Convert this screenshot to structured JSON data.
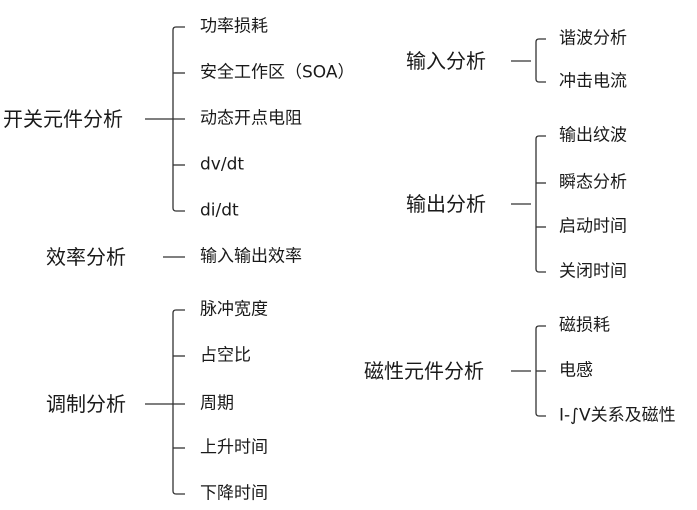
{
  "groups": [
    {
      "title": "开关元件分析",
      "items": [
        "功率损耗",
        "安全工作区（SOA）",
        "动态开点电阻",
        "dv/dt",
        "di/dt"
      ]
    },
    {
      "title": "效率分析",
      "items": [
        "输入输出效率"
      ]
    },
    {
      "title": "调制分析",
      "items": [
        "脉冲宽度",
        "占空比",
        "周期",
        "上升时间",
        "下降时间"
      ]
    },
    {
      "title": "输入分析",
      "items": [
        "谐波分析",
        "冲击电流"
      ]
    },
    {
      "title": "输出分析",
      "items": [
        "输出纹波",
        "瞬态分析",
        "启动时间",
        "关闭时间"
      ]
    },
    {
      "title": "磁性元件分析",
      "items": [
        "磁损耗",
        "电感",
        "I-∫V关系及磁性"
      ]
    }
  ]
}
